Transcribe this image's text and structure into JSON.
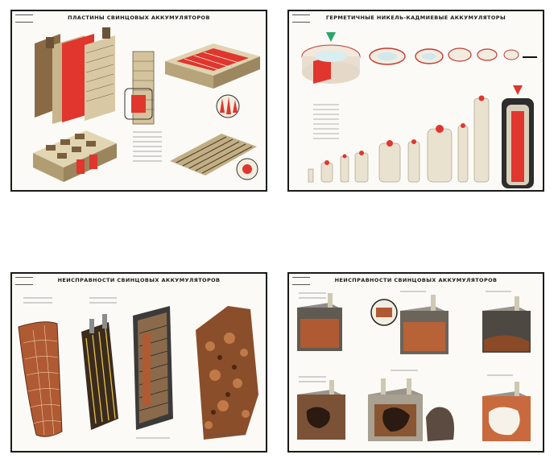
{
  "posters": [
    {
      "title": "ПЛАСТИНЫ СВИНЦОВЫХ АККУМУЛЯТОРОВ"
    },
    {
      "title": "ГЕРМЕТИЧНЫЕ НИКЕЛЬ-КАДМИЕВЫЕ АККУМУЛЯТОРЫ"
    },
    {
      "title": "НЕИСПРАВНОСТИ СВИНЦОВЫХ АККУМУЛЯТОРОВ"
    },
    {
      "title": "НЕИСПРАВНОСТИ СВИНЦОВЫХ АККУМУЛЯТОРОВ"
    }
  ],
  "colors": {
    "red": "#e0362e",
    "beige": "#d8c9a4",
    "brown": "#8a5a34",
    "rust": "#b0552d",
    "frame": "#1a1a1a"
  }
}
